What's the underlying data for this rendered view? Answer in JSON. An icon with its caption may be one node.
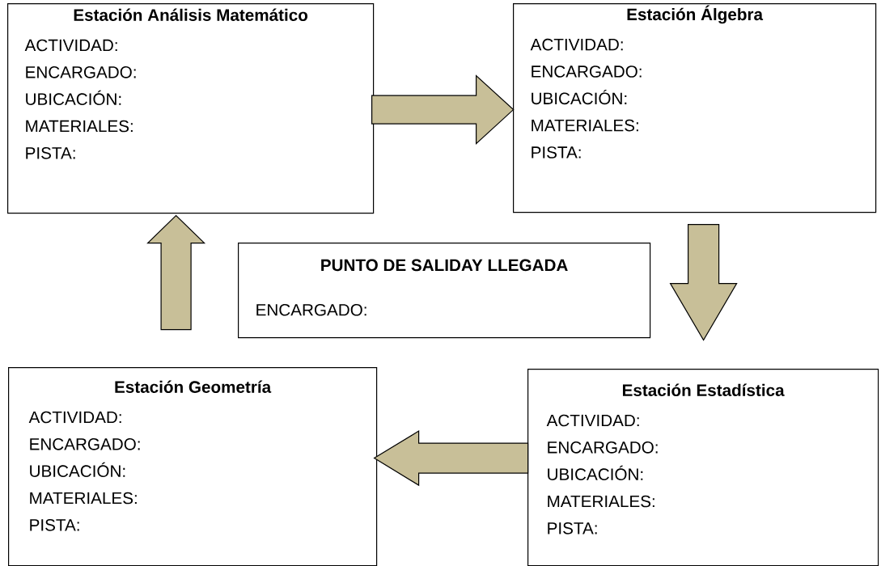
{
  "diagram": {
    "nodes": [
      {
        "text": [
          "Estación Análisis Matemático",
          "ACTIVIDAD:",
          "ENCARGADO:",
          "UBICACIÓN:",
          "MATERIALES:",
          "PISTA:"
        ]
      },
      {
        "text": [
          "Estación Álgebra",
          "ACTIVIDAD:",
          "ENCARGADO:",
          "UBICACIÓN:",
          "MATERIALES:",
          "PISTA:"
        ]
      },
      {
        "text": [
          "PUNTO DE SALIDAY LLEGADA",
          "ENCARGADO:"
        ]
      },
      {
        "text": [
          "Estación Geometría",
          "ACTIVIDAD:",
          "ENCARGADO:",
          "UBICACIÓN:",
          "MATERIALES:",
          "PISTA:"
        ]
      },
      {
        "text": [
          "Estación Estadística",
          "ACTIVIDAD:",
          "ENCARGADO:",
          "UBICACIÓN:",
          "MATERIALES:",
          "PISTA:"
        ]
      }
    ],
    "edges": [
      {
        "from": 0,
        "to": 1,
        "arrow": "to"
      },
      {
        "from": 1,
        "to": 4,
        "arrow": "to"
      },
      {
        "from": 4,
        "to": 3,
        "arrow": "to"
      },
      {
        "from": 3,
        "to": 0,
        "arrow": "to"
      }
    ]
  }
}
